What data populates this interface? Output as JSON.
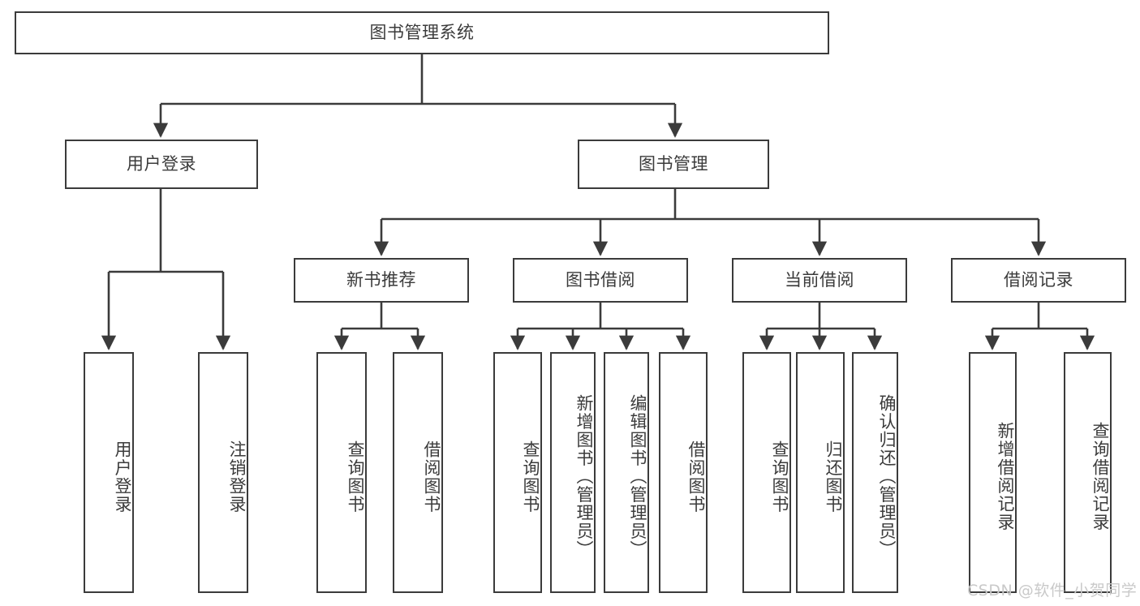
{
  "diagram": {
    "type": "tree-hierarchy",
    "title": "图书管理系统",
    "watermark": "CSDN @软件_小贺同学",
    "colors": {
      "stroke": "#3b3b3b",
      "fill": "#ffffff",
      "text": "#3b3b3b",
      "watermark": "#c9c9c9"
    },
    "root": {
      "label": "图书管理系统"
    },
    "level2": [
      {
        "label": "用户登录"
      },
      {
        "label": "图书管理"
      }
    ],
    "level3": [
      {
        "label": "新书推荐"
      },
      {
        "label": "图书借阅"
      },
      {
        "label": "当前借阅"
      },
      {
        "label": "借阅记录"
      }
    ],
    "leaves": {
      "user_login": [
        {
          "label": "用户登录"
        },
        {
          "label": "注销登录"
        }
      ],
      "new_book": [
        {
          "label": "查询图书"
        },
        {
          "label": "借阅图书"
        }
      ],
      "book_borrow": [
        {
          "label": "查询图书"
        },
        {
          "label": "新增图书（管理员）"
        },
        {
          "label": "编辑图书（管理员）"
        },
        {
          "label": "借阅图书"
        }
      ],
      "current_borrow": [
        {
          "label": "查询图书"
        },
        {
          "label": "归还图书"
        },
        {
          "label": "确认归还（管理员）"
        }
      ],
      "borrow_record": [
        {
          "label": "新增借阅记录"
        },
        {
          "label": "查询借阅记录"
        }
      ]
    }
  }
}
